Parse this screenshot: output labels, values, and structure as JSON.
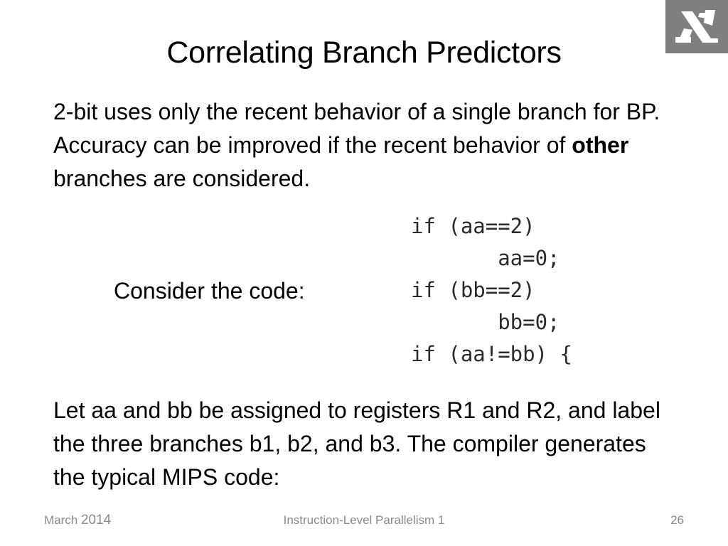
{
  "slide": {
    "title": "Correlating Branch Predictors",
    "intro": {
      "before": "2-bit uses only the recent behavior of a single branch for BP. Accuracy can be improved if the recent behavior of ",
      "emphasis": "other",
      "after": " branches are considered."
    },
    "consider_label": "Consider the code:",
    "code_lines": [
      "if (aa==2)",
      "       aa=0;",
      "if (bb==2)",
      "       bb=0;",
      "if (aa!=bb) {"
    ],
    "closing": "Let aa and bb be assigned to registers R1 and R2, and label the three branches b1, b2, and b3. The compiler generates the typical MIPS code:"
  },
  "footer": {
    "month": "March ",
    "year": "2014",
    "course": "Instruction-Level Parallelism 1",
    "page_number": "26"
  },
  "logo": {
    "icon": "aleph-logo-icon",
    "background": "#7f7f7f",
    "foreground": "#ffffff"
  }
}
